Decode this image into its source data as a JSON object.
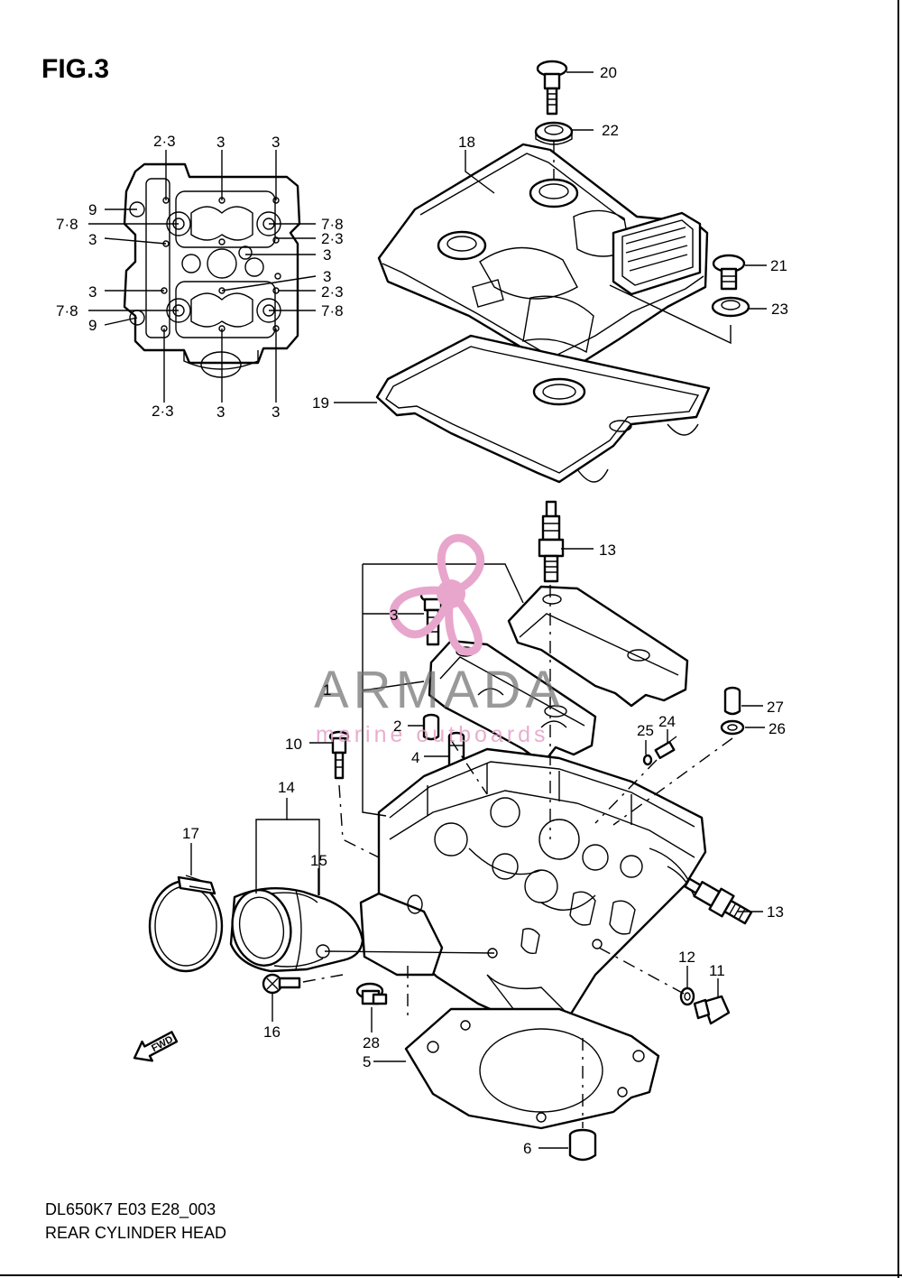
{
  "figure_title": "FIG.3",
  "footer": {
    "code": "DL650K7 E03 E28_003",
    "name": "REAR CYLINDER HEAD"
  },
  "watermark": {
    "name": "ARMADA",
    "sub": "marine outboards",
    "accent_color": "#e8a6cc",
    "icon": "propeller-logo-icon"
  },
  "fwd_arrow": {
    "text": "FWD",
    "icon": "forward-arrow-icon"
  },
  "callouts": {
    "inset_2_3_top": "2·3",
    "inset_3_top_a": "3",
    "inset_3_top_b": "3",
    "inset_9_upper": "9",
    "inset_78_left_upper": "7·8",
    "inset_3_left_upper": "3",
    "inset_78_right_upper": "7·8",
    "inset_23_right_upper": "2·3",
    "inset_3_right_a": "3",
    "inset_3_right_b": "3",
    "inset_3_left_lower": "3",
    "inset_23_right_lower": "2·3",
    "inset_78_left_lower": "7·8",
    "inset_78_right_lower": "7·8",
    "inset_9_lower": "9",
    "inset_2_3_bottom": "2·3",
    "inset_3_bottom_a": "3",
    "inset_3_bottom_b": "3",
    "p20": "20",
    "p22": "22",
    "p18": "18",
    "p21": "21",
    "p23": "23",
    "p19": "19",
    "p13_top": "13",
    "p3": "3",
    "p1": "1",
    "p2": "2",
    "p4": "4",
    "p10": "10",
    "p25": "25",
    "p24": "24",
    "p27": "27",
    "p26": "26",
    "p14": "14",
    "p17": "17",
    "p15": "15",
    "p13_right": "13",
    "p12": "12",
    "p11": "11",
    "p16": "16",
    "p28": "28",
    "p5": "5",
    "p6": "6"
  }
}
